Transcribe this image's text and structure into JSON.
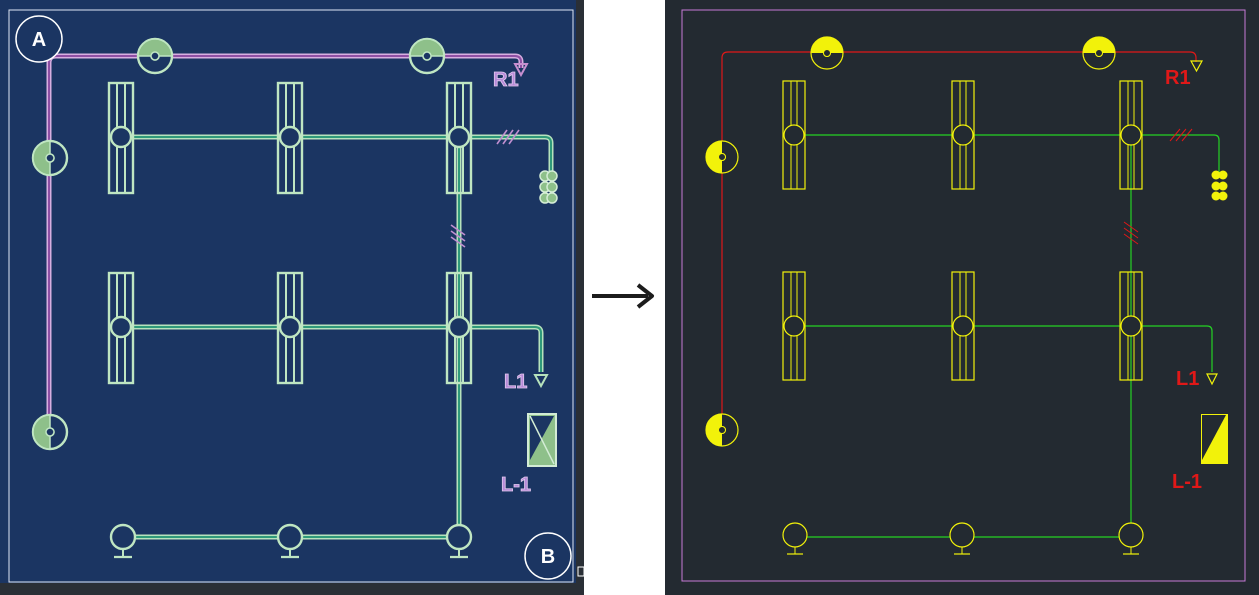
{
  "figure": {
    "left_panel": {
      "corner_badges": [
        "A",
        "B"
      ],
      "labels": {
        "return_line": "R1",
        "line": "L1",
        "equipment": "L-1"
      },
      "colors": {
        "background": "#1b3562",
        "outer_stroke": "#a8d8b0",
        "fill": "#8ec08a",
        "pipe_stroke": "#c78fd0",
        "label": "#b78ad8",
        "badge_stroke": "#ffffff"
      }
    },
    "arrow": {
      "glyph": "→"
    },
    "right_panel": {
      "labels": {
        "return_line": "R1",
        "line": "L1",
        "equipment": "L-1"
      },
      "colors": {
        "background": "#232a31",
        "border": "#c77ad8",
        "symbols": "#f2f20a",
        "supply_pipe": "#24d224",
        "return_pipe": "#e01818",
        "label": "#e01818"
      }
    }
  }
}
